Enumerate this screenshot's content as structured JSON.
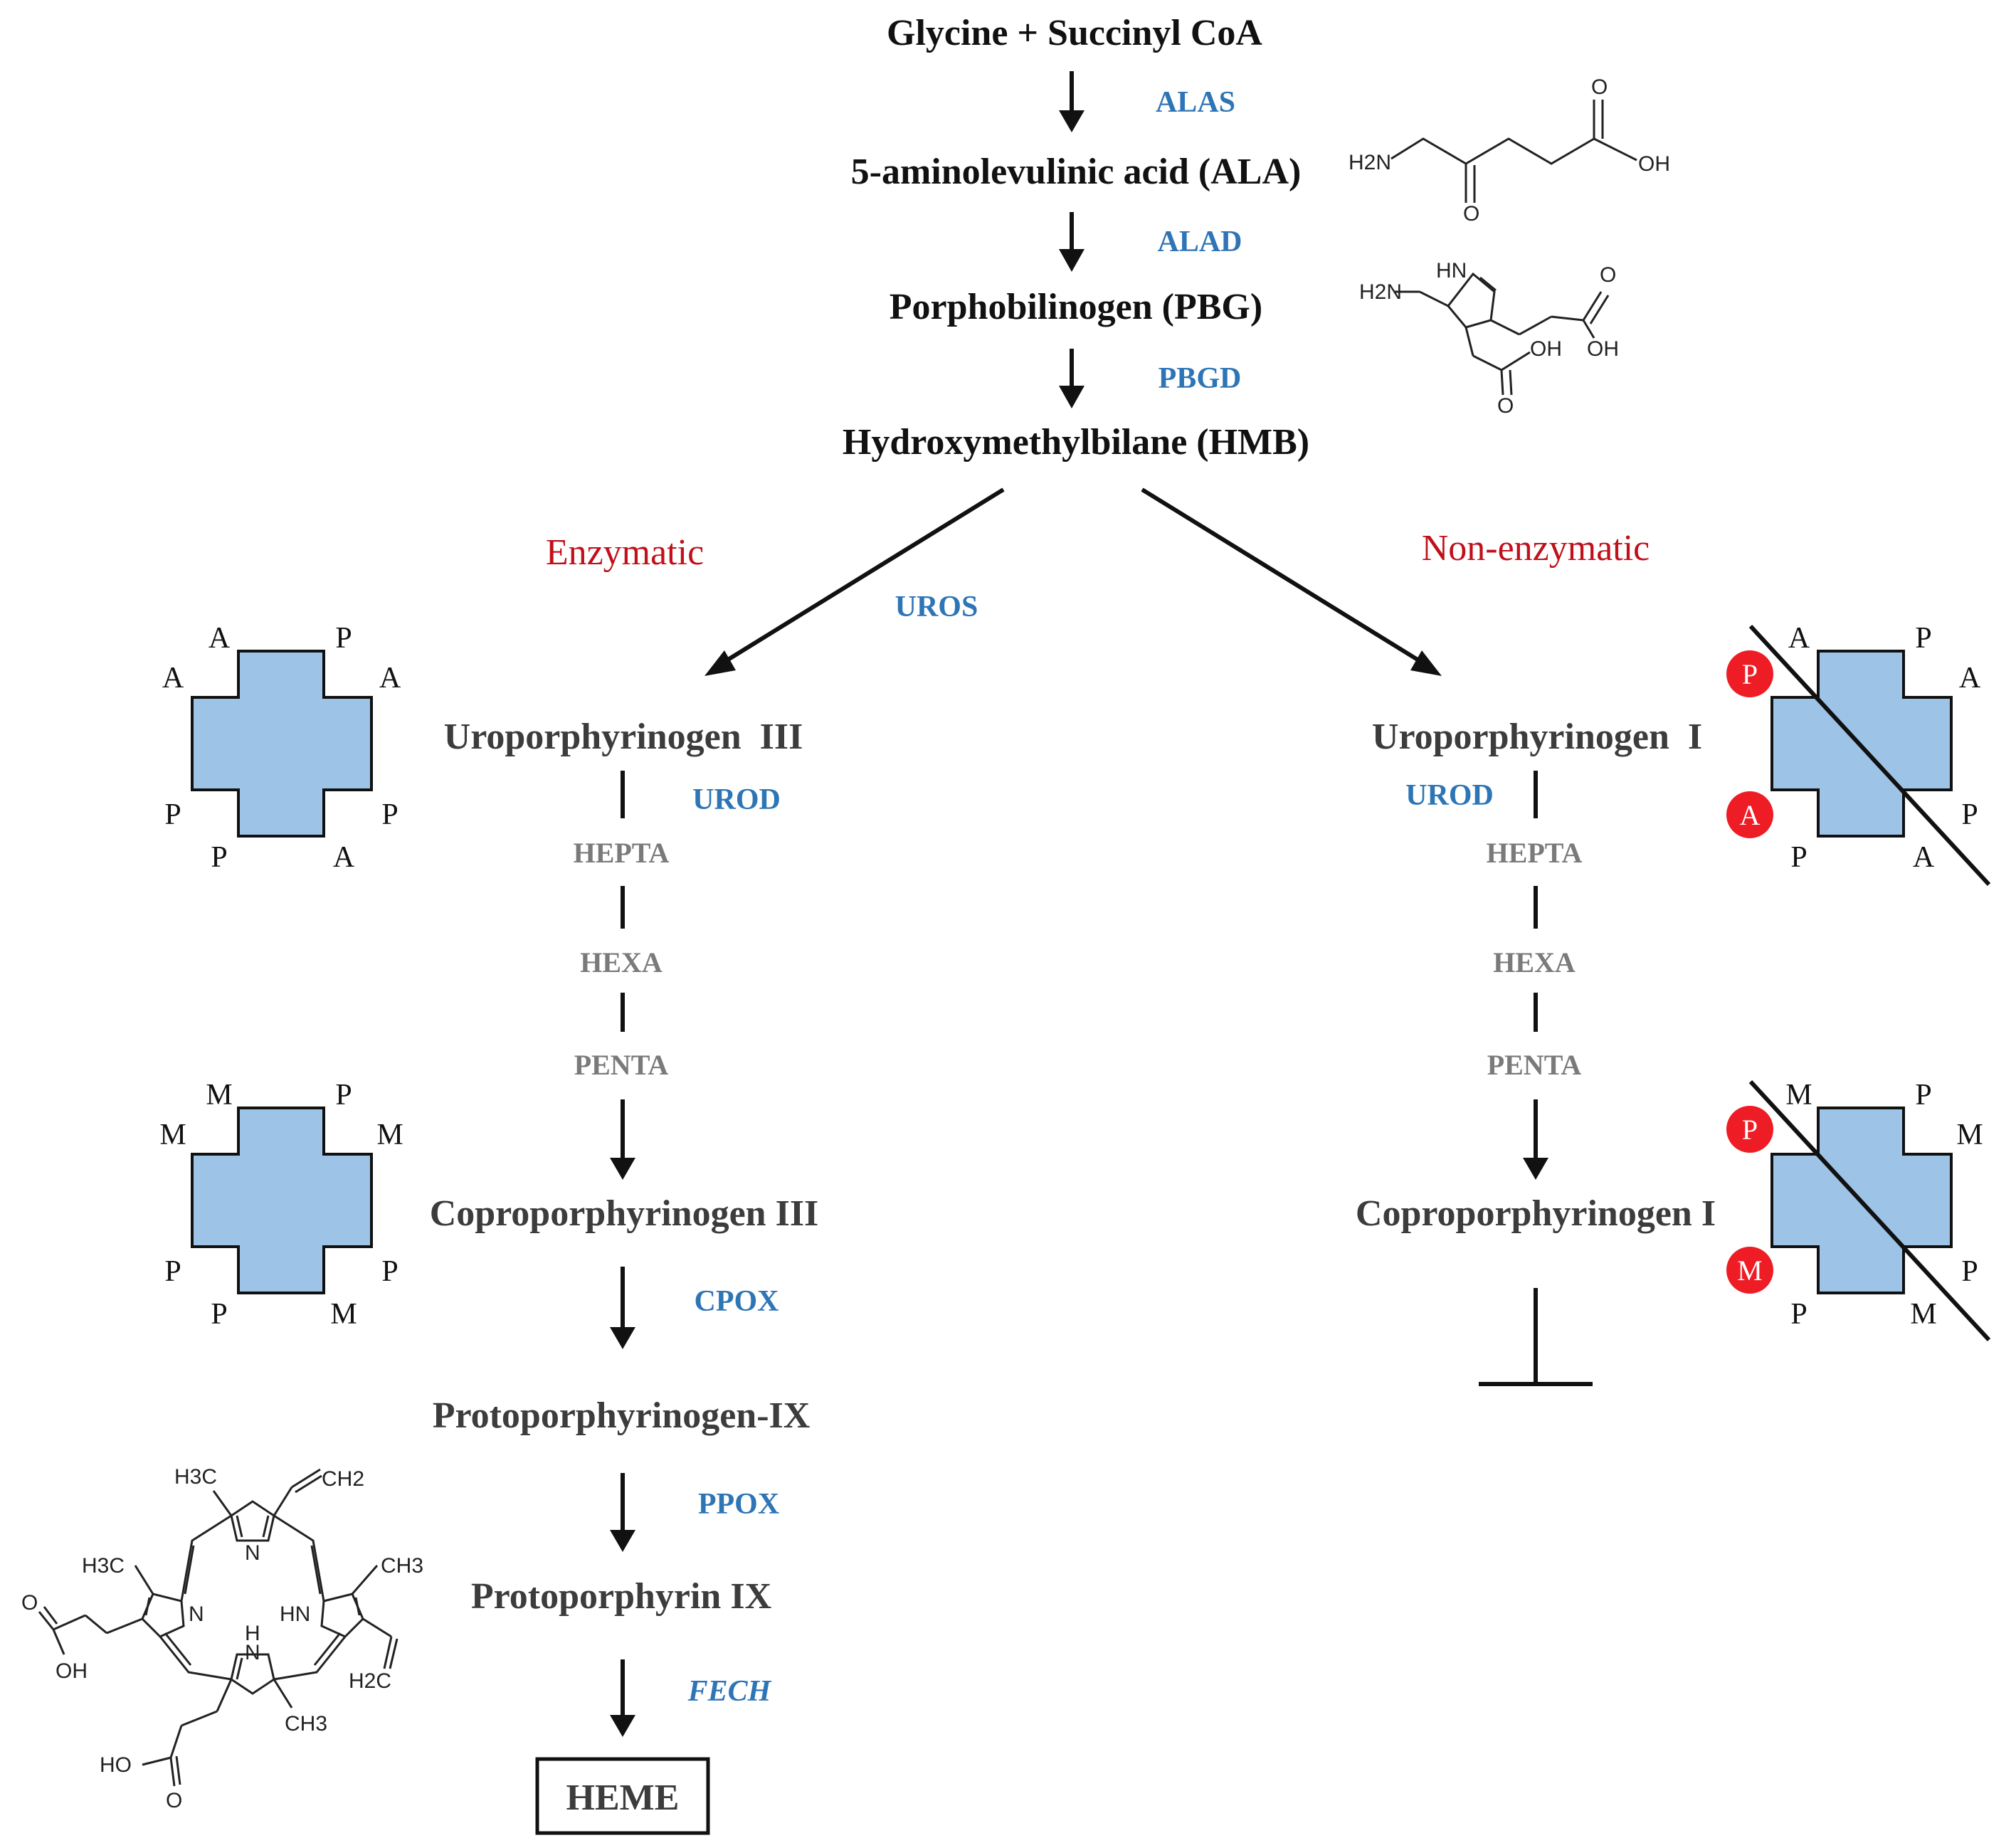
{
  "colors": {
    "enzyme": "#2e75b6",
    "branch_label": "#c0101a",
    "intermediate": "#7a7a7a",
    "cross_fill": "#9dc3e6",
    "error_circle": "#ee1c25"
  },
  "top": {
    "substrate": "Glycine + Succinyl CoA",
    "enzyme_1": "ALAS",
    "ala": "5-aminolevulinic acid (ALA)",
    "enzyme_2": "ALAD",
    "pbg": "Porphobilinogen (PBG)",
    "enzyme_3": "PBGD",
    "hmb": "Hydroxymethylbilane (HMB)"
  },
  "branches": {
    "enzymatic_label": "Enzymatic",
    "non_enzymatic_label": "Non-enzymatic",
    "uros": "UROS"
  },
  "left": {
    "uro3": "Uroporphyrinogen  III",
    "urod": "UROD",
    "hepta": "HEPTA",
    "hexa": "HEXA",
    "penta": "PENTA",
    "copro3": "Coproporphyrinogen III",
    "cpox": "CPOX",
    "protogen": "Protoporphyrinogen-IX",
    "ppox": "PPOX",
    "proto": "Protoporphyrin IX",
    "fech": "FECH",
    "heme": "HEME"
  },
  "right": {
    "uro1": "Uroporphyrinogen  I",
    "urod": "UROD",
    "hepta": "HEPTA",
    "hexa": "HEXA",
    "penta": "PENTA",
    "copro1": "Coproporphyrinogen I"
  },
  "crosses": {
    "uro3": {
      "top_left": "A",
      "top_right": "P",
      "left_top": "A",
      "right_top": "A",
      "left_bottom": "P",
      "right_bottom": "P",
      "bottom_left": "P",
      "bottom_right": "A"
    },
    "copro3": {
      "top_left": "M",
      "top_right": "P",
      "left_top": "M",
      "right_top": "M",
      "left_bottom": "P",
      "right_bottom": "P",
      "bottom_left": "P",
      "bottom_right": "M"
    },
    "uro1": {
      "top_left": "A",
      "top_right": "P",
      "right_top": "A",
      "right_bottom": "P",
      "bottom_left": "P",
      "bottom_right": "A",
      "bad_top": "P",
      "bad_bottom": "A"
    },
    "copro1": {
      "top_left": "M",
      "top_right": "P",
      "right_top": "M",
      "right_bottom": "P",
      "bottom_left": "P",
      "bottom_right": "M",
      "bad_top": "P",
      "bad_bottom": "M"
    }
  },
  "structures": {
    "ala": {
      "h2n": "H2N",
      "o": "O",
      "o_acid": "O",
      "oh": "OH"
    },
    "pbg": {
      "hn": "HN",
      "h2n": "H2N",
      "o1": "O",
      "oh1": "OH",
      "oh2": "OH",
      "o2": "O"
    },
    "proto": {
      "h3c_top": "H3C",
      "ch2_top": "CH2",
      "h3c_left": "H3C",
      "ch3_right": "CH3",
      "n_top": "N",
      "n_left": "N",
      "hn_right": "HN",
      "hn_bottom": "N",
      "h_bottom": "H",
      "o_left": "O",
      "oh_left": "OH",
      "h2c_right": "H2C",
      "ho_bottom": "HO",
      "o_bottom": "O",
      "ch3_bottom": "CH3"
    }
  }
}
